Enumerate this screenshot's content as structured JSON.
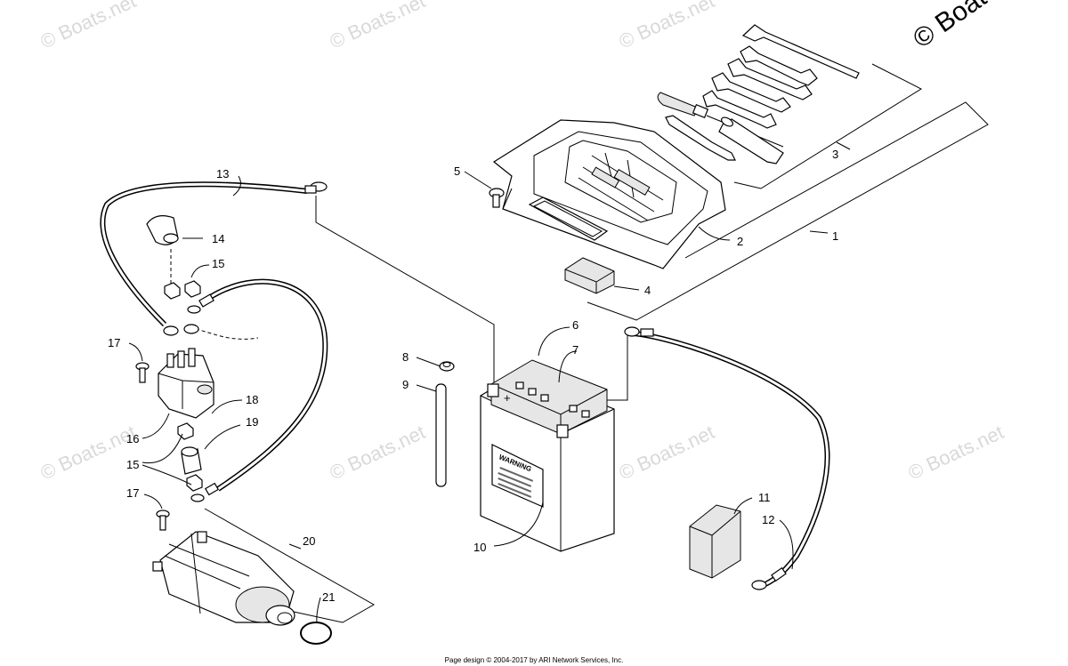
{
  "watermark": {
    "text": "© Boats.net",
    "corner_text": "© Boats."
  },
  "callouts": [
    {
      "id": "c1",
      "label": "1"
    },
    {
      "id": "c2",
      "label": "2"
    },
    {
      "id": "c3",
      "label": "3"
    },
    {
      "id": "c4",
      "label": "4"
    },
    {
      "id": "c5",
      "label": "5"
    },
    {
      "id": "c6",
      "label": "6"
    },
    {
      "id": "c7",
      "label": "7"
    },
    {
      "id": "c8",
      "label": "8"
    },
    {
      "id": "c9",
      "label": "9"
    },
    {
      "id": "c10",
      "label": "10"
    },
    {
      "id": "c11",
      "label": "11"
    },
    {
      "id": "c12",
      "label": "12"
    },
    {
      "id": "c13",
      "label": "13"
    },
    {
      "id": "c14",
      "label": "14"
    },
    {
      "id": "c15a",
      "label": "15"
    },
    {
      "id": "c15b",
      "label": "15"
    },
    {
      "id": "c16",
      "label": "16"
    },
    {
      "id": "c17a",
      "label": "17"
    },
    {
      "id": "c17b",
      "label": "17"
    },
    {
      "id": "c18",
      "label": "18"
    },
    {
      "id": "c19",
      "label": "19"
    },
    {
      "id": "c20",
      "label": "20"
    },
    {
      "id": "c21",
      "label": "21"
    }
  ],
  "battery": {
    "warning_label": "WARNING",
    "terminal_mark": "+"
  },
  "footer": {
    "text": "Page design © 2004-2017 by ARI Network Services, Inc."
  }
}
